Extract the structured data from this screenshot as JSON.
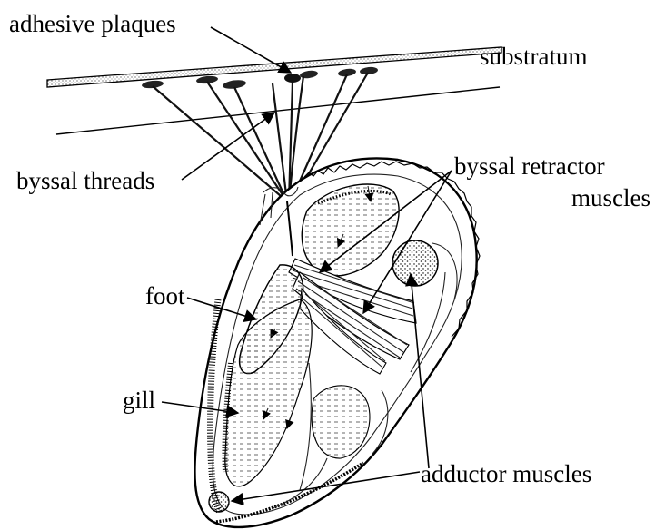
{
  "labels": {
    "adhesive_plaques": "adhesive plaques",
    "substratum": "substratum",
    "byssal_threads": "byssal threads",
    "byssal_retractor_line1": "byssal retractor",
    "byssal_retractor_line2": "muscles",
    "foot": "foot",
    "gill": "gill",
    "adductor_muscles": "adductor muscles"
  }
}
